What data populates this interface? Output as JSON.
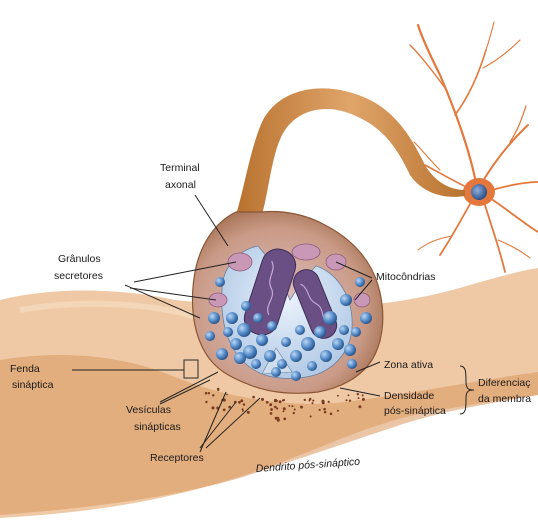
{
  "labels": {
    "terminal_axonal": [
      "Terminal",
      "axonal"
    ],
    "granulos_secretores": [
      "Grânulos",
      "secretores"
    ],
    "mitocondrias": "Mitocôndrias",
    "fenda_sinaptica": [
      "Fenda",
      "sináptica"
    ],
    "vesiculas_sinapticas": [
      "Vesículas",
      "sinápticas"
    ],
    "receptores": "Receptores",
    "zona_ativa": "Zona ativa",
    "densidade_pos_sinaptica": [
      "Densidade",
      "pós-sináptica"
    ],
    "diferenciacoes_da_membrana": [
      "Diferenciaç",
      "da membra"
    ],
    "dendrito_pos_sinaptico": "Dendrito pós-sináptico"
  },
  "colors": {
    "dendrite_flesh": "#e9b98c",
    "axon_terminal": "#c8823f",
    "neuron_orange": "#e4783c",
    "nucleus_blue": "#3d68a8",
    "vesicle_blue": "#4e86c6",
    "granule_pink": "#c998b6",
    "mito_purple": "#6a4f84",
    "receptor_dots": "#7a3c20"
  }
}
